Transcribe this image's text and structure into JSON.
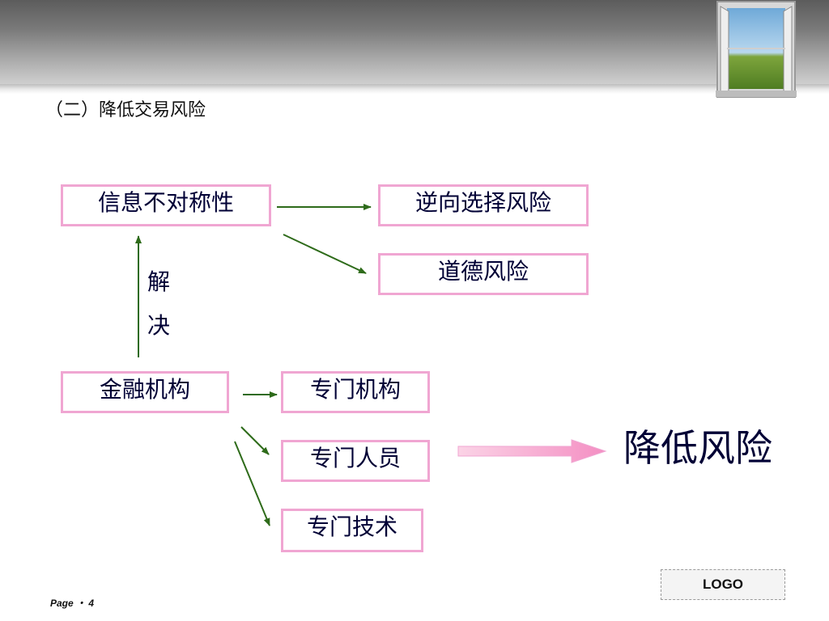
{
  "slide": {
    "subtitle": "（二）降低交易风险"
  },
  "diagram": {
    "boxes": {
      "info_asymmetry": "信息不对称性",
      "adverse_selection": "逆向选择风险",
      "moral_hazard": "道德风险",
      "financial_institution": "金融机构",
      "special_agency": "专门机构",
      "special_personnel": "专门人员",
      "special_technology": "专门技术"
    },
    "solve_label": [
      "解",
      "决"
    ],
    "result_label": "降低风险"
  },
  "footer": {
    "logo": "LOGO",
    "page_label": "Page",
    "page_number": "4"
  },
  "colors": {
    "box_border": "#f0a6d2",
    "arrow_green": "#2e6b1a",
    "big_arrow": "#f59ac8",
    "text_navy": "#000035"
  },
  "icons": [
    "window-icon"
  ]
}
